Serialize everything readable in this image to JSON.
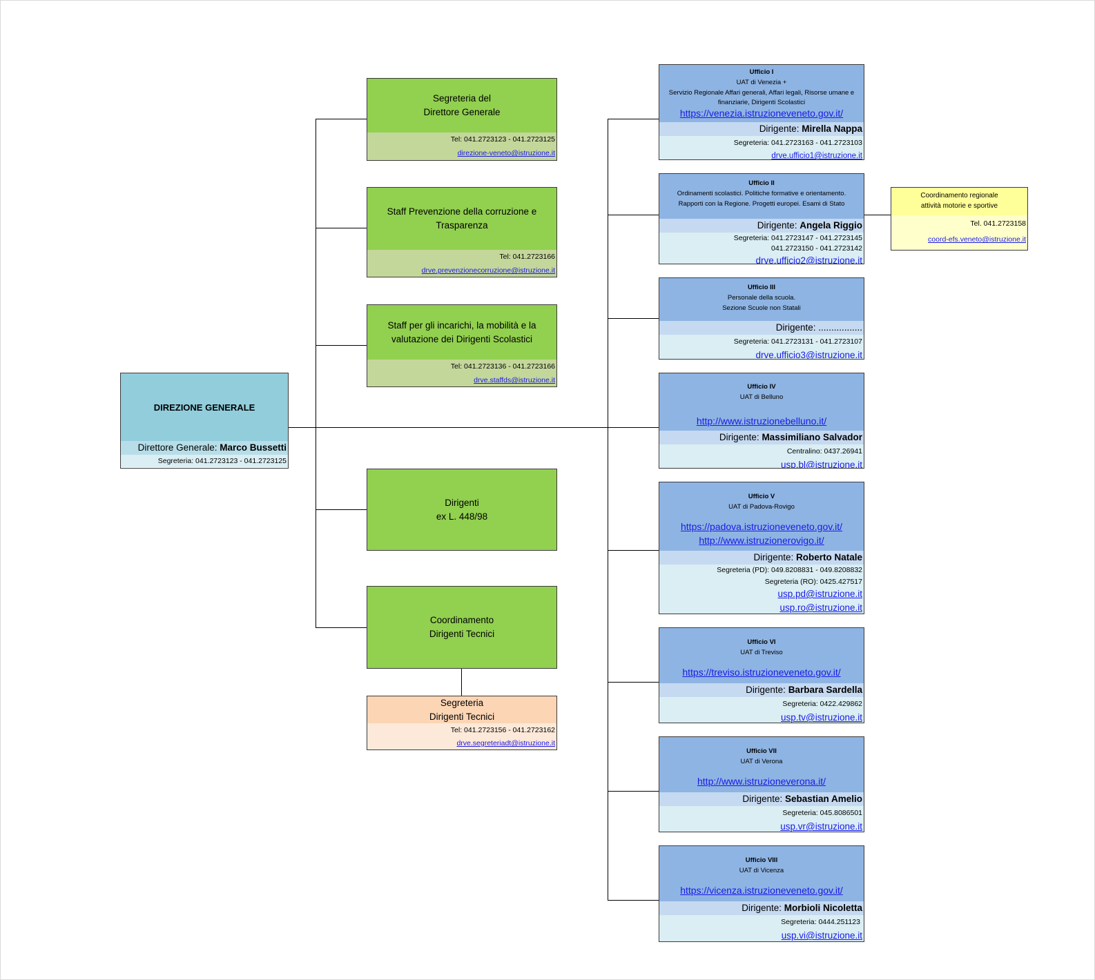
{
  "direzione": {
    "title": "DIREZIONE GENERALE",
    "role": "Direttore Generale: ",
    "name": "Marco Bussetti",
    "segreteria": "Segreteria: 041.2723123 - 041.2723125"
  },
  "segreteria_dg": {
    "line1": "Segreteria del",
    "line2": "Direttore Generale",
    "tel": "Tel: 041.2723123 - 041.2723125",
    "email": "direzione-veneto@istruzione.it"
  },
  "staff_prevenzione": {
    "line1": "Staff Prevenzione della corruzione e",
    "line2": "Trasparenza",
    "tel": "Tel: 041.2723166",
    "email": "drve.prevenzionecorruzione@istruzione.it"
  },
  "staff_incarichi": {
    "line1": "Staff per gli incarichi, la mobilità e la",
    "line2": "valutazione dei Dirigenti Scolastici",
    "tel": "Tel: 041.2723136 - 041.2723166",
    "email": "drve.staffds@istruzione.it"
  },
  "dirigenti_448": {
    "line1": "Dirigenti",
    "line2": "ex L. 448/98"
  },
  "coord_tecnici": {
    "line1": "Coordinamento",
    "line2": "Dirigenti Tecnici"
  },
  "segreteria_tecnici": {
    "line1": "Segreteria",
    "line2": "Dirigenti Tecnici",
    "tel": "Tel: 041.2723156 - 041.2723162",
    "email": "drve.segreteriadt@istruzione.it"
  },
  "dirigente_label": "Dirigente: ",
  "ufficio1": {
    "title": "Ufficio I",
    "d1": "UAT di Venezia +",
    "d2": "Servizio Regionale Affari generali, Affari legali, Risorse umane e",
    "d3": "finanziarie, Dirigenti Scolastici",
    "url": "https://venezia.istruzioneveneto.gov.it/",
    "dirigente": "Mirella Nappa",
    "phone": "Segreteria: 041.2723163 - 041.2723103",
    "email": "drve.ufficio1@istruzione.it"
  },
  "ufficio2": {
    "title": "Ufficio II",
    "d1": "Ordinamenti scolastici. Politiche formative e orientamento.",
    "d2": "Rapporti con la Regione. Progetti europei. Esami di Stato",
    "dirigente": "Angela Riggio",
    "phone": "Segreteria: 041.2723147 - 041.2723145",
    "phone2": "041.2723150 - 041.2723142",
    "email": "drve.ufficio2@istruzione.it"
  },
  "coord_motorie": {
    "line1": "Coordinamento regionale",
    "line2": "attività motorie e sportive",
    "tel": "Tel. 041.2723158",
    "email": "coord-efs.veneto@istruzione.it"
  },
  "ufficio3": {
    "title": "Ufficio III",
    "d1": "Personale della scuola.",
    "d2": "Sezione Scuole non Statali",
    "dirigente": "Dirigente: .................",
    "phone": "Segreteria: 041.2723131 - 041.2723107",
    "email": "drve.ufficio3@istruzione.it"
  },
  "ufficio4": {
    "title": "Ufficio IV",
    "d1": "UAT di Belluno",
    "url": "http://www.istruzionebelluno.it/",
    "dirigente": "Massimiliano Salvador",
    "phone": "Centralino: 0437.26941",
    "email": "usp.bl@istruzione.it"
  },
  "ufficio5": {
    "title": "Ufficio V",
    "d1": "UAT di Padova-Rovigo",
    "url": "https://padova.istruzioneveneto.gov.it/",
    "url2": "http://www.istruzionerovigo.it/",
    "dirigente": "Roberto Natale",
    "phone": "Segreteria (PD): 049.8208831 - 049.8208832",
    "phone2": "Segreteria (RO): 0425.427517",
    "email": "usp.pd@istruzione.it",
    "email2": "usp.ro@istruzione.it"
  },
  "ufficio6": {
    "title": "Ufficio VI",
    "d1": "UAT di Treviso",
    "url": "https://treviso.istruzioneveneto.gov.it/",
    "dirigente": "Barbara Sardella",
    "phone": "Segreteria: 0422.429862",
    "email": "usp.tv@istruzione.it"
  },
  "ufficio7": {
    "title": "Ufficio VII",
    "d1": "UAT di Verona",
    "url": "http://www.istruzioneverona.it/",
    "dirigente": "Sebastian Amelio",
    "phone": "Segreteria: 045.8086501",
    "email": "usp.vr@istruzione.it"
  },
  "ufficio8": {
    "title": "Ufficio VIII",
    "d1": "UAT di Vicenza",
    "url": "https://vicenza.istruzioneveneto.gov.it/",
    "dirigente": "Morbioli Nicoletta",
    "phone": "Segreteria: 0444.251123",
    "email": "usp.vi@istruzione.it"
  }
}
